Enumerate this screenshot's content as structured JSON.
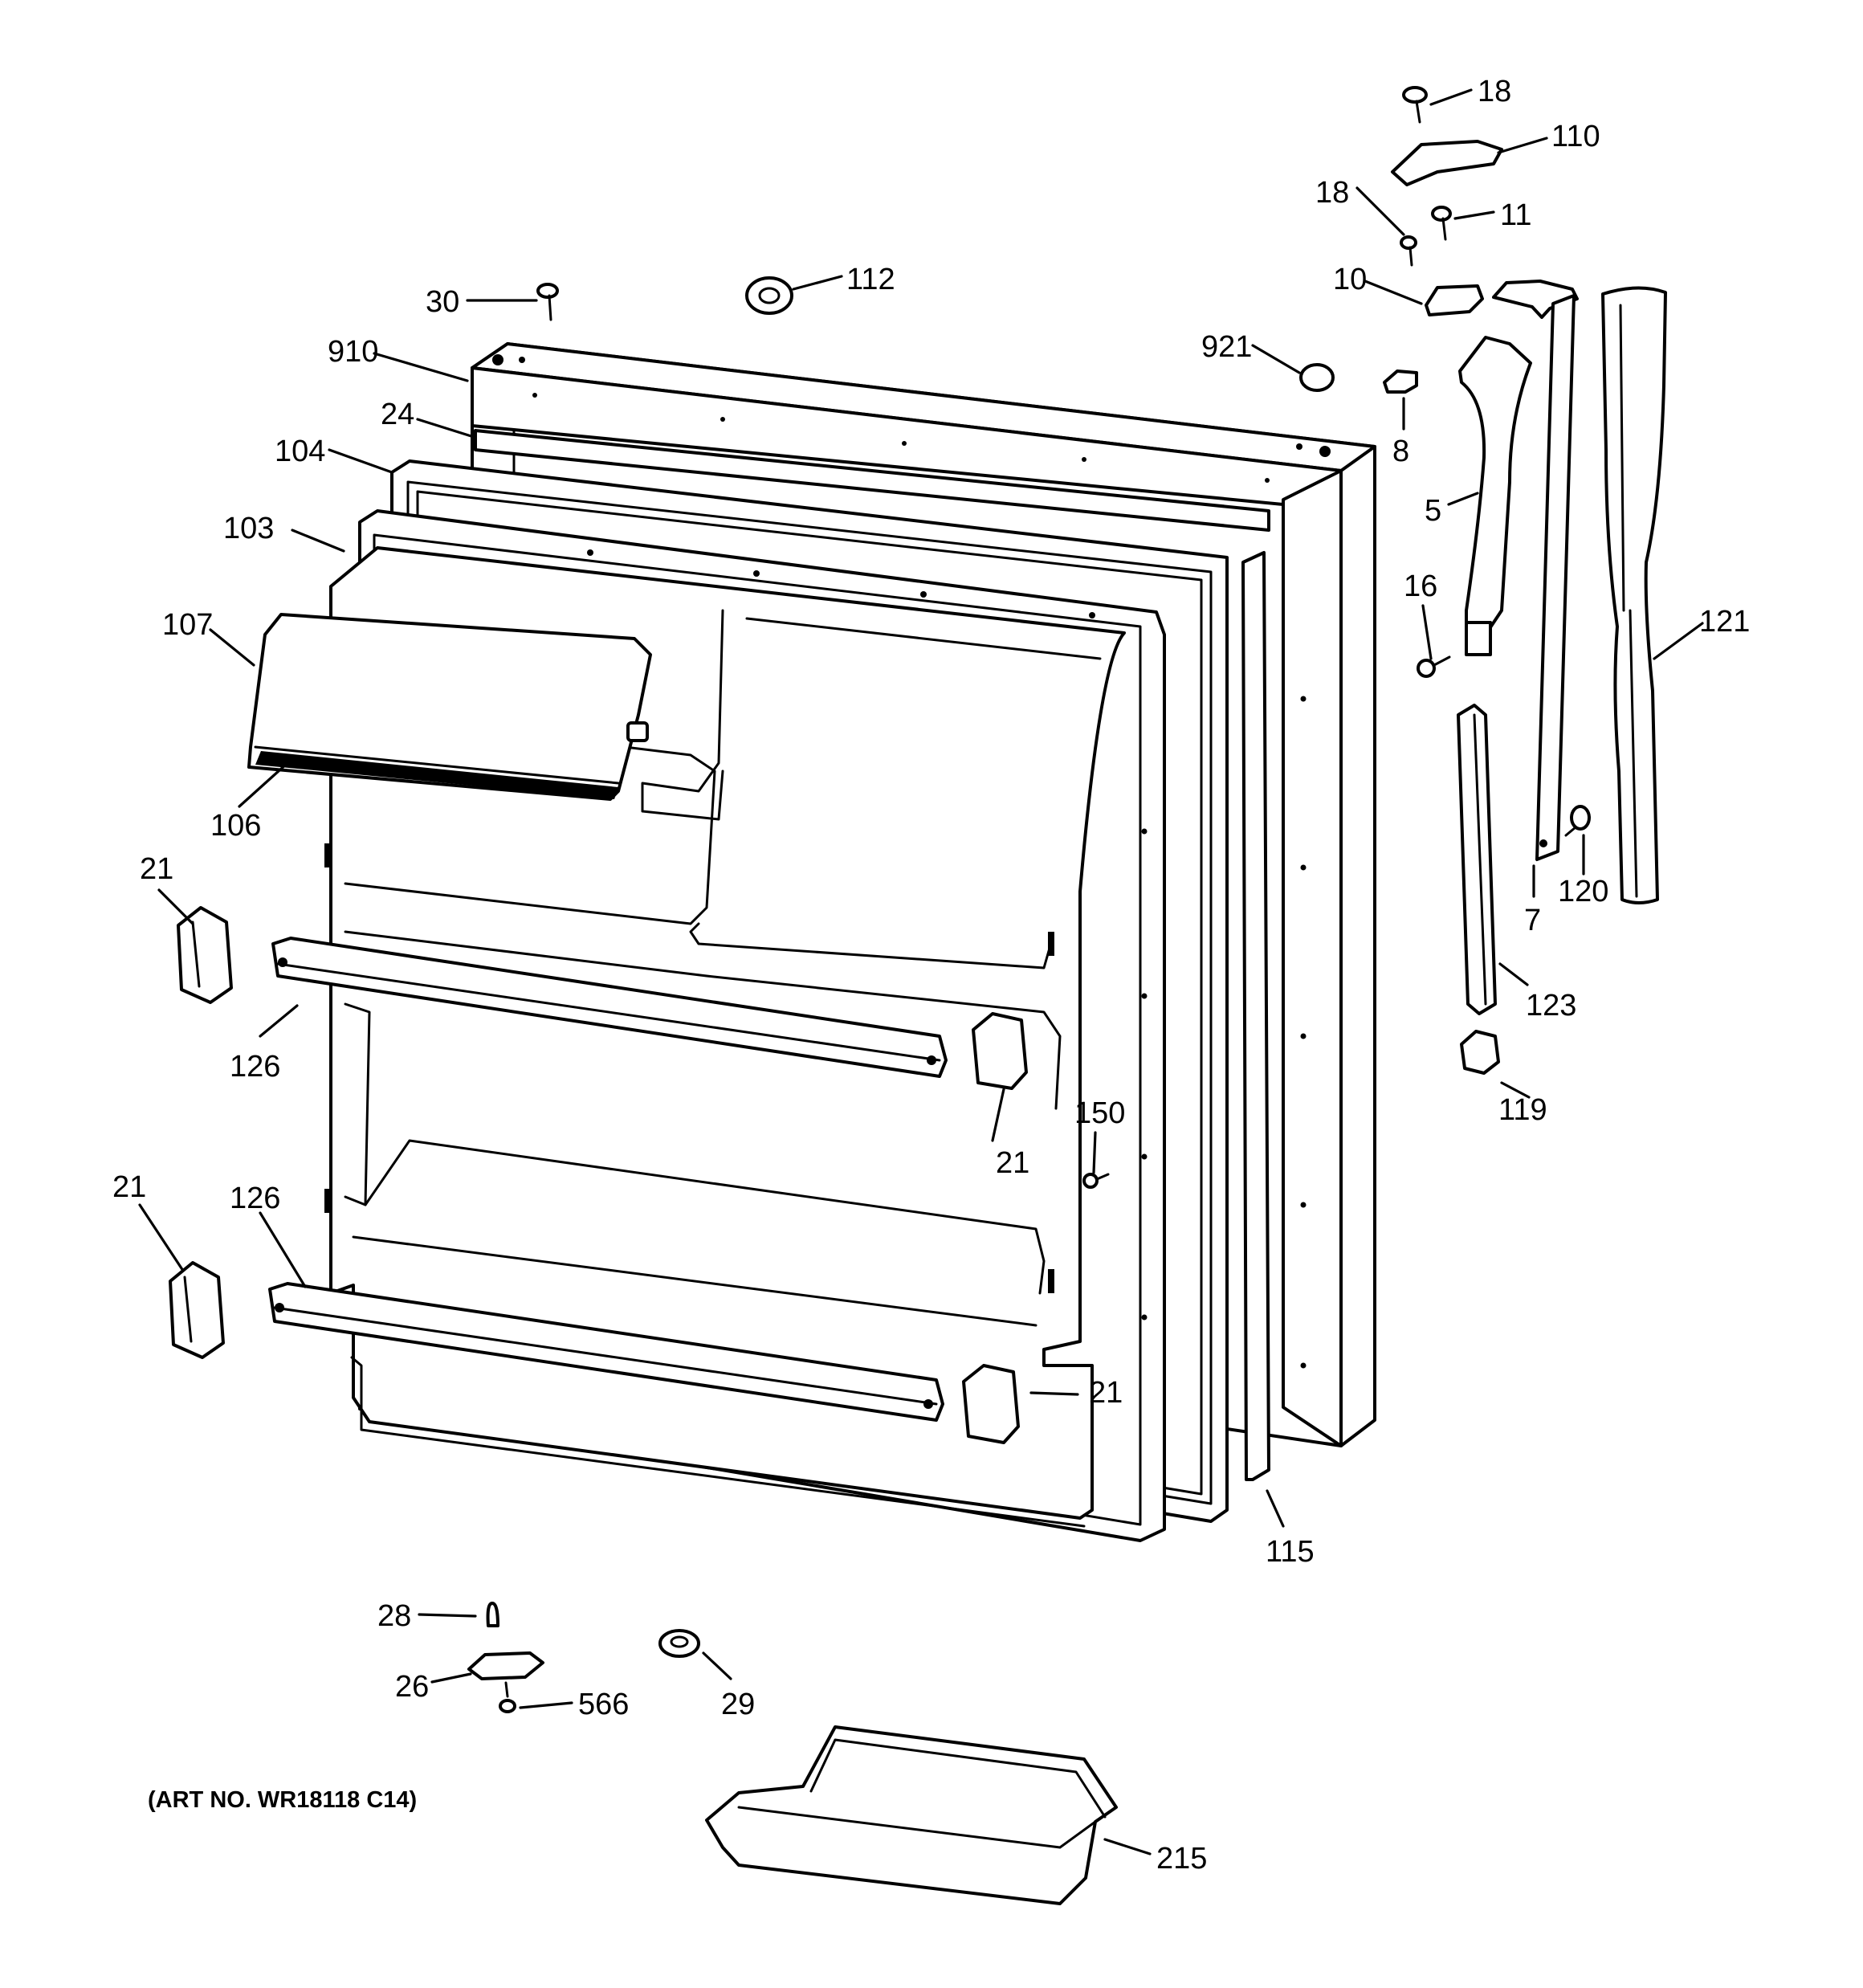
{
  "diagram": {
    "art_number": "(ART NO. WR18118 C14)",
    "callouts": {
      "c18a": "18",
      "c110": "110",
      "c18b": "18",
      "c11": "11",
      "c10": "10",
      "c30": "30",
      "c112": "112",
      "c910": "910",
      "c921": "921",
      "c8": "8",
      "c24": "24",
      "c104": "104",
      "c103": "103",
      "c5": "5",
      "c16": "16",
      "c121": "121",
      "c107": "107",
      "c106": "106",
      "c120": "120",
      "c7": "7",
      "c21a": "21",
      "c123": "123",
      "c126a": "126",
      "c119": "119",
      "c150": "150",
      "c21b": "21",
      "c21c": "21",
      "c126b": "126",
      "c21d": "21",
      "c115": "115",
      "c28": "28",
      "c26": "26",
      "c566": "566",
      "c29": "29",
      "c215": "215"
    }
  }
}
